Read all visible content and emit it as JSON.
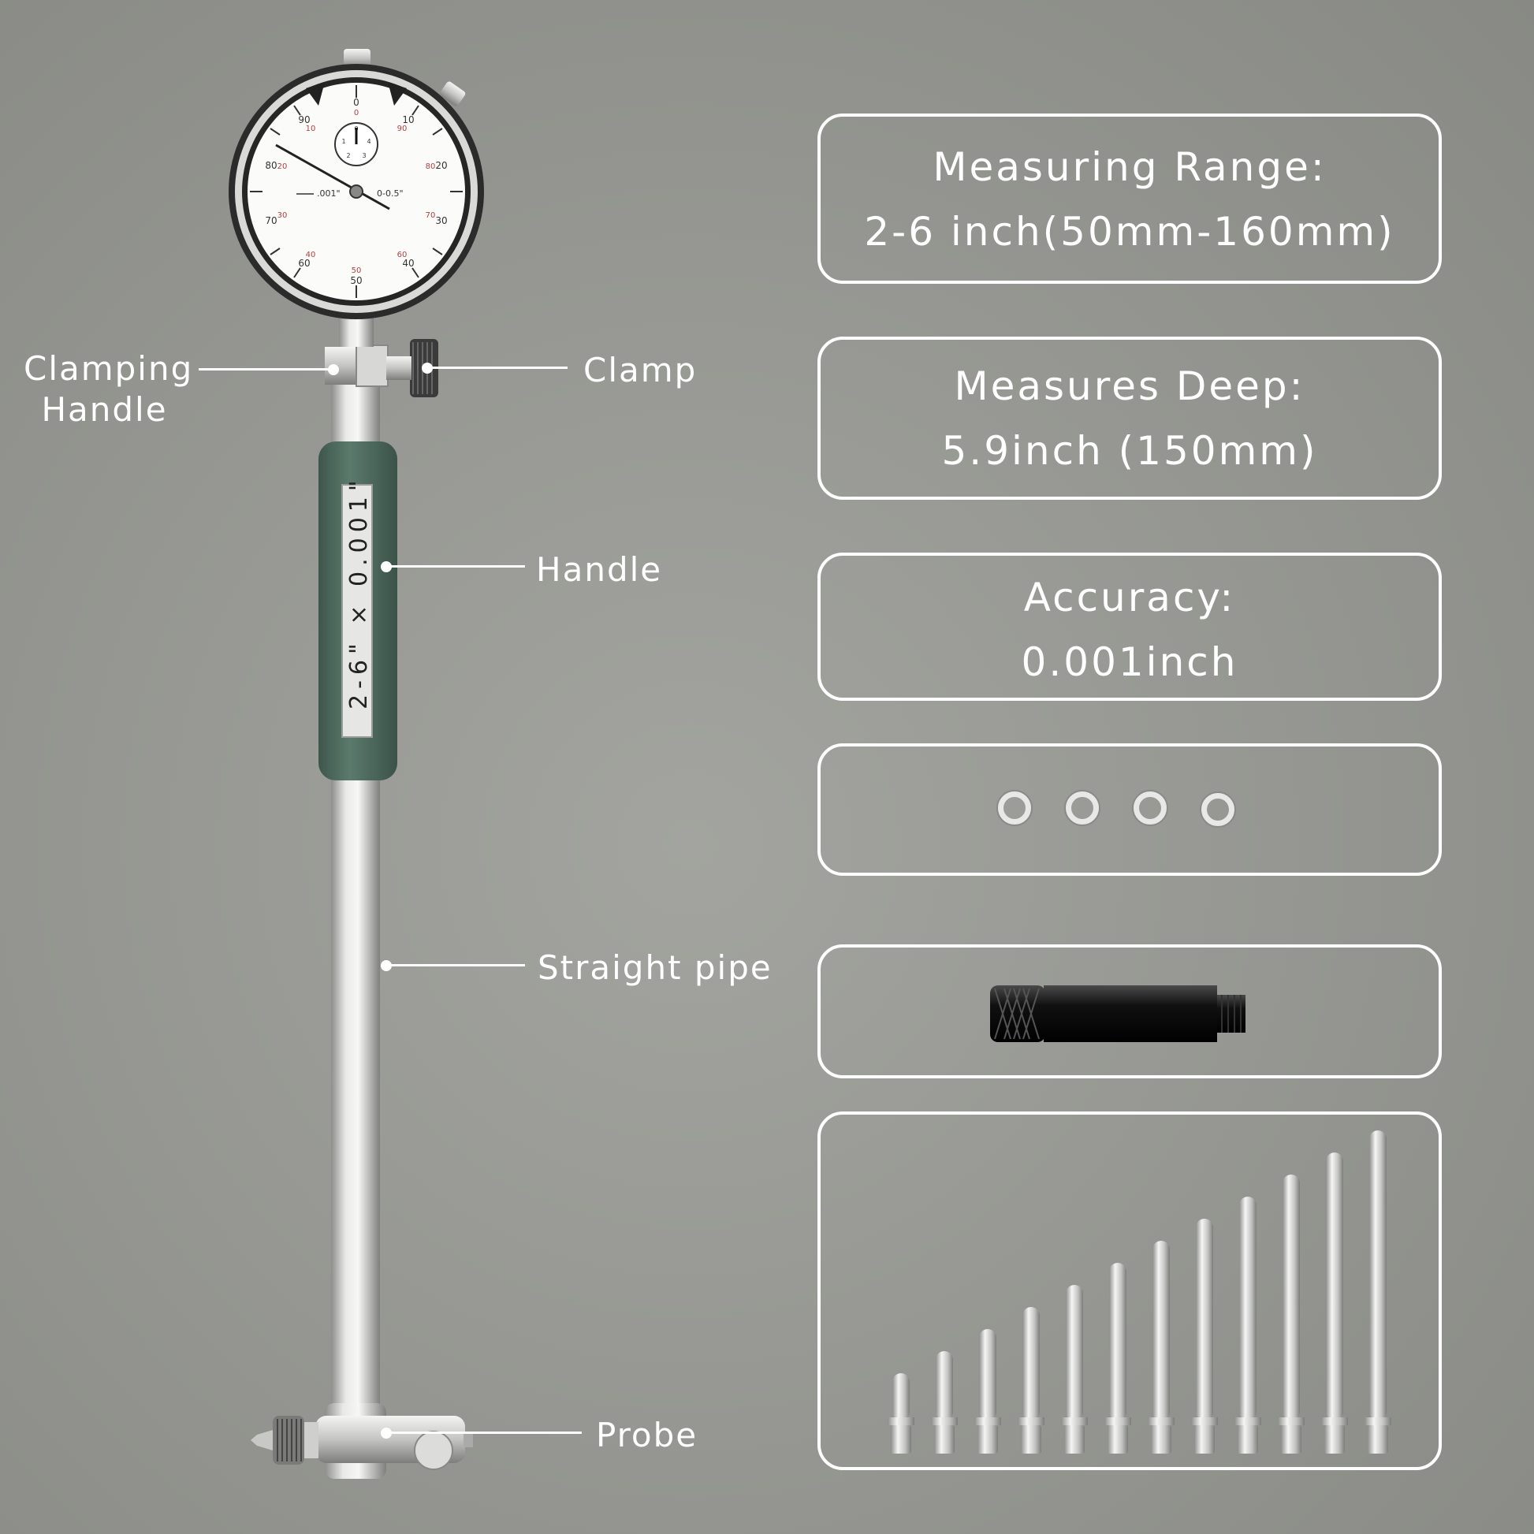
{
  "callouts": {
    "clamping_handle_line1": "Clamping",
    "clamping_handle_line2": "Handle",
    "clamp": "Clamp",
    "handle": "Handle",
    "straight_pipe": "Straight pipe",
    "probe": "Probe"
  },
  "handle_engraving": "2-6\" × 0.001\"",
  "dial": {
    "outer_marks": [
      "0",
      "10",
      "20",
      "30",
      "40",
      "50",
      "60",
      "70",
      "80",
      "90"
    ],
    "inner_marks": [
      "0",
      "90",
      "80",
      "70",
      "60",
      "50",
      "40",
      "30",
      "20",
      "10"
    ],
    "resolution": ".001\"",
    "range": "0-0.5\"",
    "small_dial_marks": [
      "0",
      "1",
      "2",
      "3",
      "4"
    ]
  },
  "specs": [
    {
      "title": "Measuring Range:",
      "value": "2-6 inch(50mm-160mm)"
    },
    {
      "title": "Measures Deep:",
      "value": "5.9inch (150mm)"
    },
    {
      "title": "Accuracy:",
      "value": "0.001inch"
    }
  ],
  "accessories": {
    "washer_count": 4,
    "extension_rod_count": 1,
    "anvil_rod_count": 12
  },
  "colors": {
    "background": "#979893",
    "outline": "#ffffff",
    "grip": "#4f6b5f",
    "metal": "#c9cac8"
  }
}
